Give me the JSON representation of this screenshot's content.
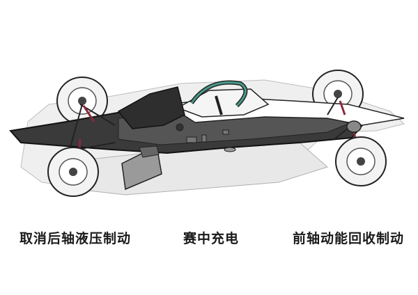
{
  "captions": {
    "left": "取消后轴液压制动",
    "middle": "赛中充电",
    "right": "前轴动能回收制动"
  },
  "colors": {
    "body_dark": "#3a3a3a",
    "body_mid": "#5a5a5a",
    "halo": "#4a9a8a",
    "tire": "#f2f2f2",
    "outline": "#222222",
    "ghost": "#e6e6e6"
  }
}
